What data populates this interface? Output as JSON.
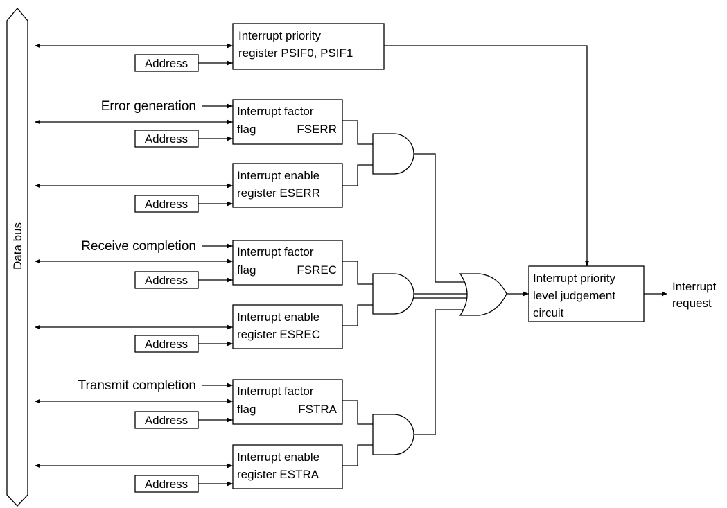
{
  "data_bus": {
    "label": "Data bus"
  },
  "priority_register": {
    "line1": "Interrupt priority",
    "line2": "register PSIF0, PSIF1"
  },
  "address_label": "Address",
  "channels": [
    {
      "source": "Error generation",
      "factor_flag": {
        "line1": "Interrupt factor",
        "line2_left": "flag",
        "line2_right": "FSERR"
      },
      "enable_register": {
        "line1": "Interrupt enable",
        "line2": "register ESERR"
      }
    },
    {
      "source": "Receive completion",
      "factor_flag": {
        "line1": "Interrupt factor",
        "line2_left": "flag",
        "line2_right": "FSREC"
      },
      "enable_register": {
        "line1": "Interrupt enable",
        "line2": "register ESREC"
      }
    },
    {
      "source": "Transmit completion",
      "factor_flag": {
        "line1": "Interrupt factor",
        "line2_left": "flag",
        "line2_right": "FSTRA"
      },
      "enable_register": {
        "line1": "Interrupt enable",
        "line2": "register ESTRA"
      }
    }
  ],
  "judgement_circuit": {
    "line1": "Interrupt priority",
    "line2": "level judgement",
    "line3": "circuit"
  },
  "output": {
    "line1": "Interrupt",
    "line2": "request"
  }
}
